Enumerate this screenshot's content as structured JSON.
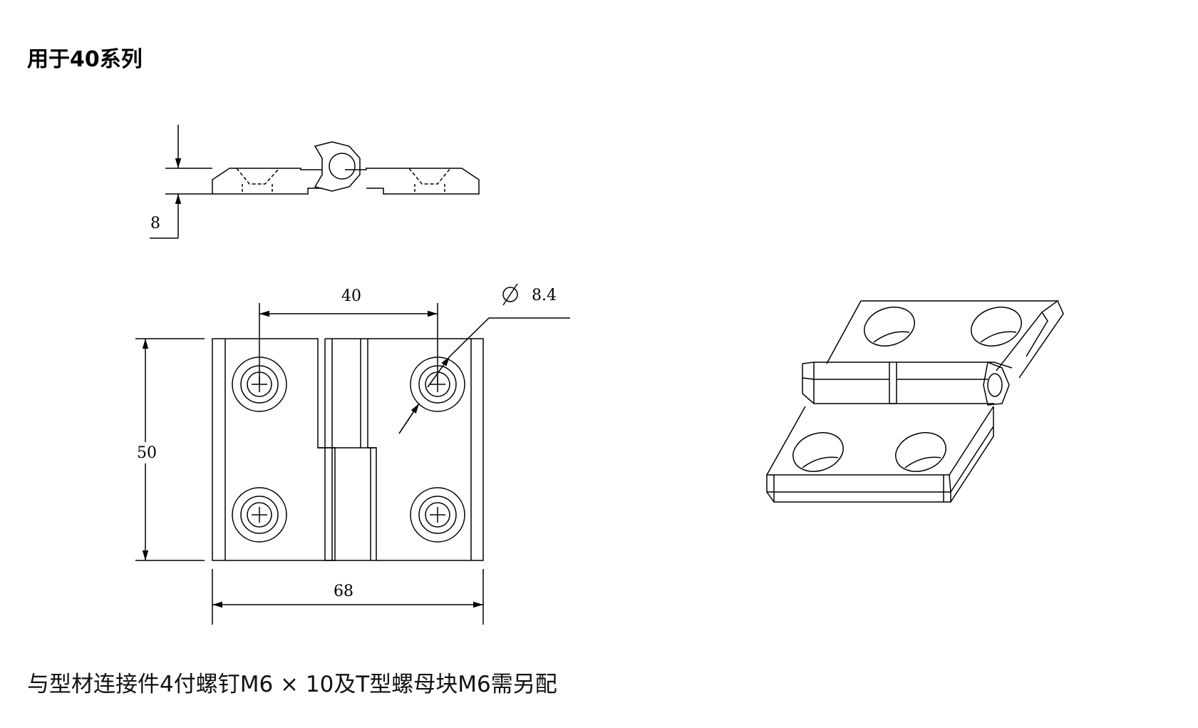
{
  "title": "用于40系列",
  "caption": "与型材连接件4付螺钉M6 × 10及T型螺母块M6需另配",
  "dimensions": {
    "thickness": "8",
    "hole_spacing": "40",
    "hole_diameter": "8.4",
    "height": "50",
    "width": "68"
  },
  "colors": {
    "line": "#000000",
    "background": "#ffffff"
  }
}
